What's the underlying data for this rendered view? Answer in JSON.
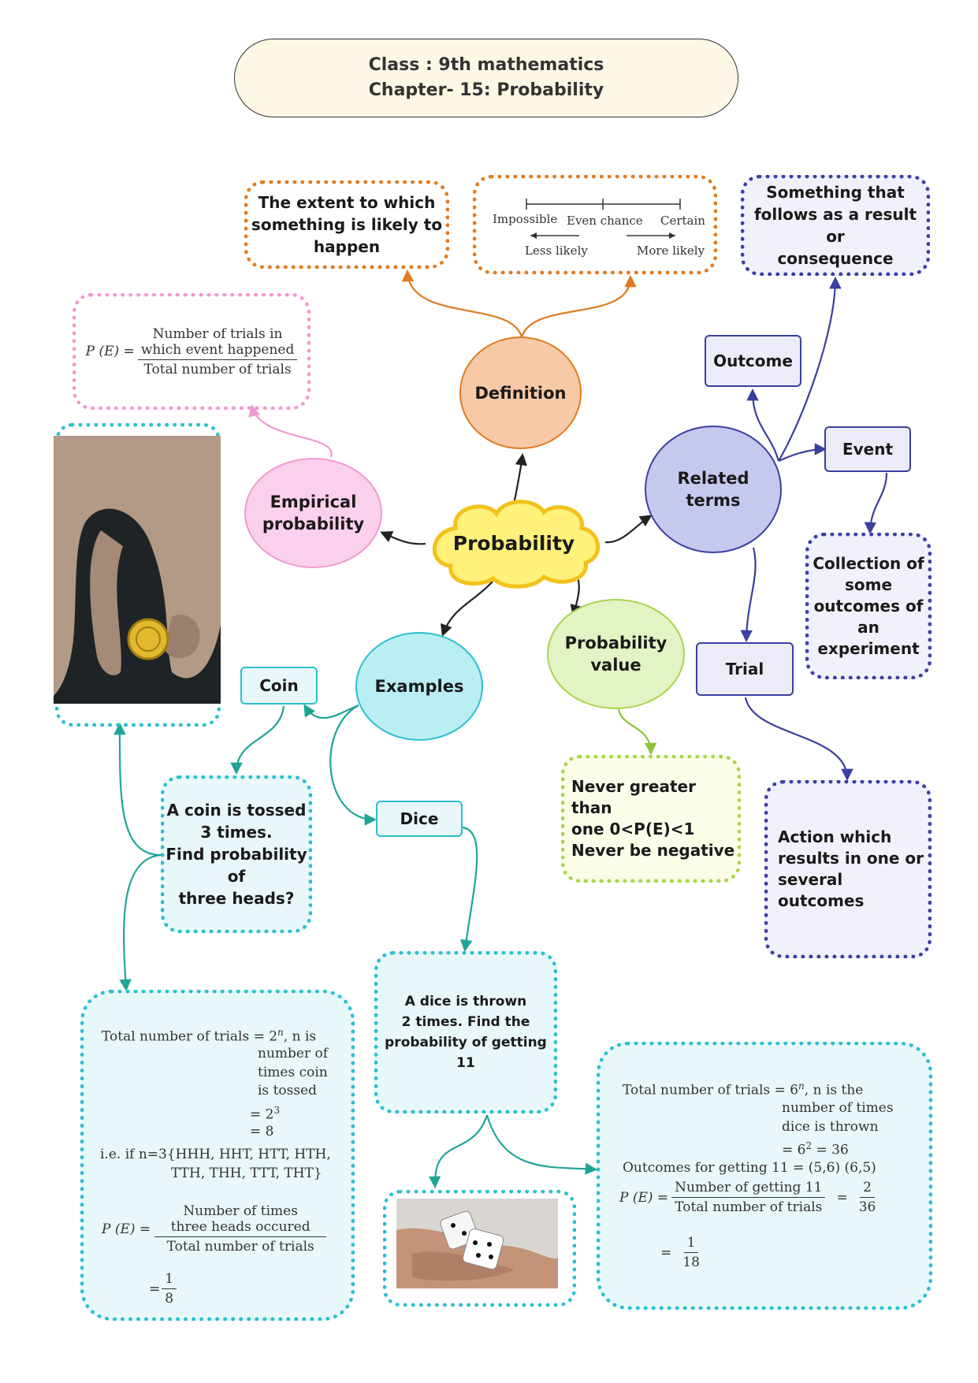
{
  "header": {
    "line1": "Class : 9th mathematics",
    "line2": "Chapter- 15: Probability"
  },
  "center": {
    "label": "Probability"
  },
  "definition": {
    "label": "Definition",
    "meaning": [
      "The extent to which",
      "something is likely to",
      "happen"
    ],
    "scale": {
      "impossible": "Impossible",
      "even": "Even chance",
      "certain": "Certain",
      "less": "Less likely",
      "more": "More likely"
    }
  },
  "empirical": {
    "label": [
      "Empirical",
      "probability"
    ],
    "formula": {
      "lhs": "P (E) =",
      "num1": "Number of trials in",
      "num2": "which event happened",
      "den": "Total number of trials"
    }
  },
  "related": {
    "label": [
      "Related",
      "terms"
    ],
    "outcome": "Outcome",
    "outcome_def": [
      "Something that",
      "follows as a result or",
      "consequence"
    ],
    "event": "Event",
    "event_def": [
      "Collection of",
      "some",
      "outcomes of",
      "an",
      "experiment"
    ],
    "trial": "Trial",
    "trial_def": [
      "Action which",
      "results in one or",
      "several outcomes"
    ]
  },
  "value": {
    "label": [
      "Probability",
      "value"
    ],
    "facts": [
      "Never greater than",
      "one 0<P(E)<1",
      "Never be negative"
    ]
  },
  "examples": {
    "label": "Examples",
    "coin": "Coin",
    "coin_q": [
      "A coin is tossed",
      "3 times.",
      "Find probability",
      "of",
      "three heads?"
    ],
    "coin_sol": {
      "l1": "Total number of trials = 2",
      "l1_exp": "n",
      "l1_tail": ", n is",
      "l2": "number of",
      "l3": "times coin",
      "l4": "is tossed",
      "l5": "= 2",
      "l5_exp": "3",
      "l6": "= 8",
      "l7": "i.e. if n=3{HHH, HHT, HTT, HTH,",
      "l8": "TTH, THH, TTT, THT}",
      "num1": "Number of times",
      "num2": "three heads occured",
      "lhs": "P (E) =",
      "den": "Total number of trials",
      "res_eq": "=",
      "res_num": "1",
      "res_den": "8"
    },
    "dice": "Dice",
    "dice_q": [
      "A dice is thrown",
      "2 times. Find the",
      "probability of getting",
      "11"
    ],
    "dice_sol": {
      "l1": "Total number of trials = 6",
      "l1_exp": "n",
      "l1_tail": ", n is the",
      "l2": "number of times",
      "l3": "dice is thrown",
      "l4": "= 6",
      "l4_exp": "2",
      "l4_tail": " = 36",
      "l5": "Outcomes for getting 11 = (5,6) (6,5)",
      "lhs": "P (E) =",
      "num": "Number of getting 11",
      "den": "Total number of trials",
      "eq": "=",
      "f_num": "2",
      "f_den": "36",
      "res_eq": "=",
      "res_num": "1",
      "res_den": "18"
    }
  },
  "colors": {
    "orange": "#e07b20",
    "navy": "#3b3fa0",
    "pink": "#f09ad0",
    "teal": "#2bbfcf",
    "lime": "#a8d54a",
    "yellow": "#f7d52f"
  }
}
